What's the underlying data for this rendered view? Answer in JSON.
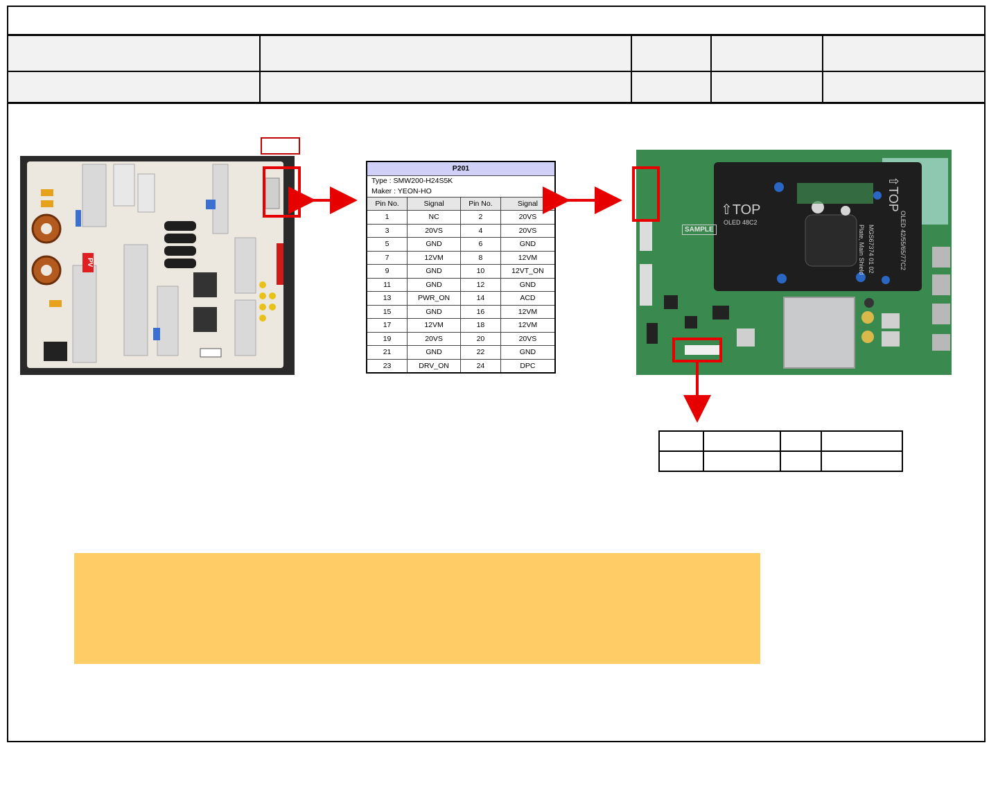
{
  "connector_table": {
    "title": "P201",
    "type_line": "Type : SMW200-H24S5K",
    "maker_line": "Maker : YEON-HO",
    "headers": [
      "Pin No.",
      "Signal",
      "Pin No.",
      "Signal"
    ],
    "rows": [
      [
        "1",
        "NC",
        "2",
        "20VS"
      ],
      [
        "3",
        "20VS",
        "4",
        "20VS"
      ],
      [
        "5",
        "GND",
        "6",
        "GND"
      ],
      [
        "7",
        "12VM",
        "8",
        "12VM"
      ],
      [
        "9",
        "GND",
        "10",
        "12VT_ON"
      ],
      [
        "11",
        "GND",
        "12",
        "GND"
      ],
      [
        "13",
        "PWR_ON",
        "14",
        "ACD"
      ],
      [
        "15",
        "GND",
        "16",
        "12VM"
      ],
      [
        "17",
        "12VM",
        "18",
        "12VM"
      ],
      [
        "19",
        "20VS",
        "20",
        "20VS"
      ],
      [
        "21",
        "GND",
        "22",
        "GND"
      ],
      [
        "23",
        "DRV_ON",
        "24",
        "DPC"
      ]
    ]
  },
  "psu_board": {
    "marking": "PV"
  },
  "main_board": {
    "shield_text_1": "⇧TOP",
    "shield_text_2": "OLED 48C2",
    "shield_text_3": "⇧TOP",
    "shield_text_4": "OLED 42/55/65/77C2",
    "shield_text_5": "Plate, Main Shield",
    "shield_text_6": "MGS67374 01 02",
    "sample_label": "SAMPLE"
  },
  "colors": {
    "highlight_red": "#e60000",
    "note_fill": "#ffcc66",
    "table_title_fill": "#cfcff7"
  }
}
